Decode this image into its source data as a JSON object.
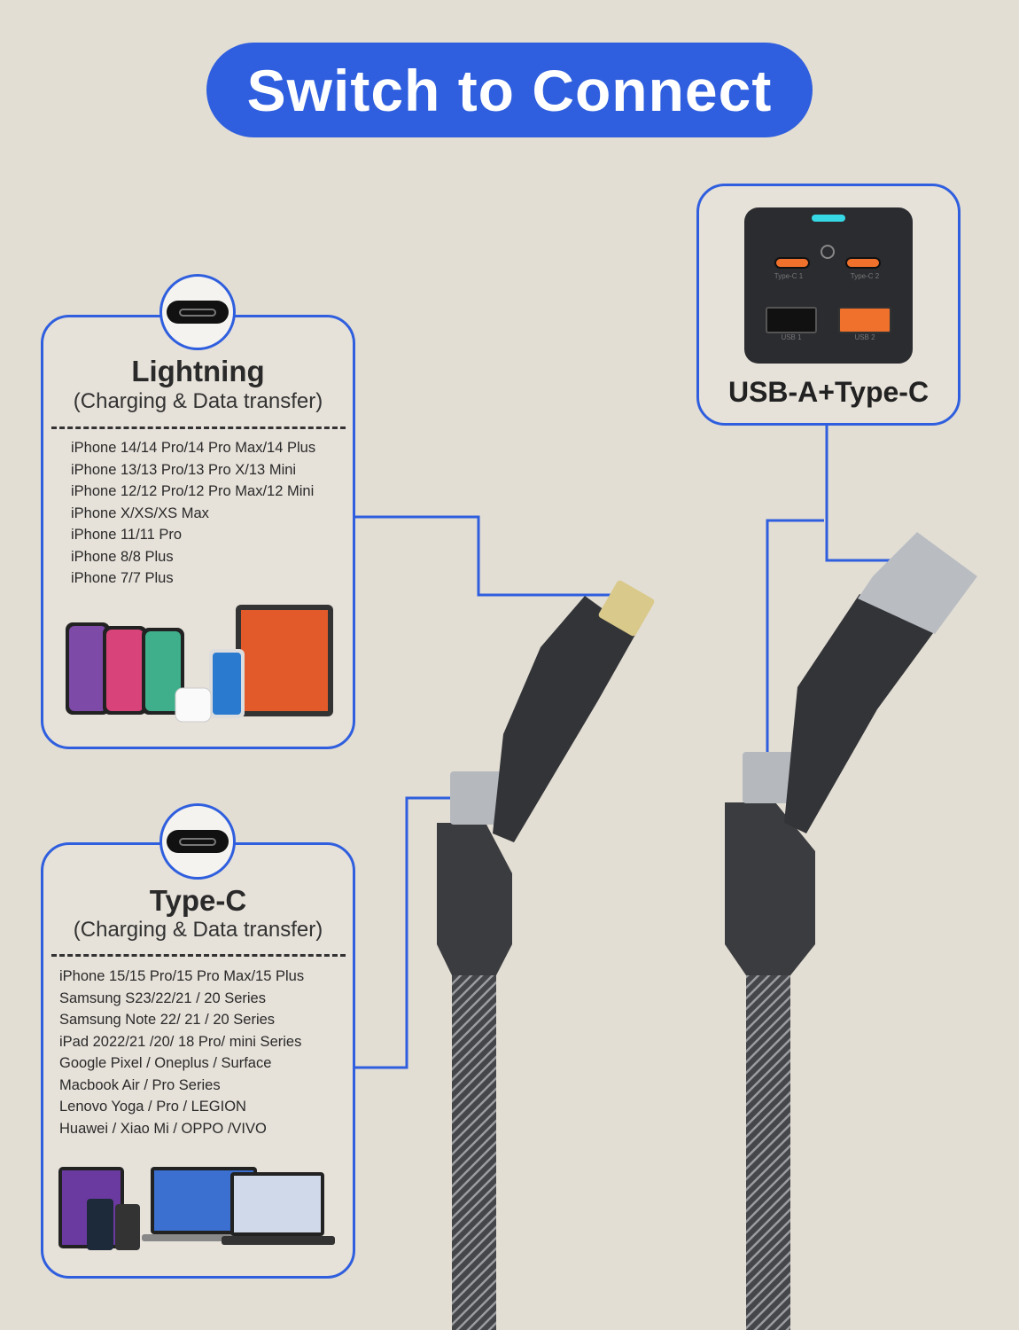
{
  "title": "Switch to Connect",
  "lightning": {
    "title": "Lightning",
    "subtitle": "(Charging & Data transfer)",
    "devices": [
      "iPhone 14/14 Pro/14 Pro Max/14 Plus",
      "iPhone 13/13 Pro/13 Pro X/13 Mini",
      "iPhone 12/12 Pro/12 Pro Max/12 Mini",
      "iPhone X/XS/XS Max",
      "iPhone 11/11 Pro",
      "iPhone 8/8 Plus",
      "iPhone 7/7 Plus"
    ]
  },
  "typec": {
    "title": "Type-C",
    "subtitle": "(Charging & Data transfer)",
    "devices": [
      "iPhone 15/15 Pro/15 Pro Max/15 Plus",
      "Samsung S23/22/21 / 20 Series",
      "Samsung Note 22/ 21 / 20 Series",
      "iPad 2022/21 /20/ 18 Pro/ mini Series",
      "Google Pixel / Oneplus / Surface",
      "Macbook Air / Pro Series",
      "Lenovo Yoga / Pro / LEGION",
      "Huawei / Xiao Mi / OPPO /VIVO"
    ]
  },
  "usb": {
    "label": "USB-A+Type-C",
    "ports": [
      "Type-C 1",
      "Type-C 2",
      "USB 1",
      "USB 2"
    ]
  },
  "colors": {
    "accent": "#2f5fde",
    "background": "#e3ded4",
    "port_orange": "#f0712c"
  }
}
